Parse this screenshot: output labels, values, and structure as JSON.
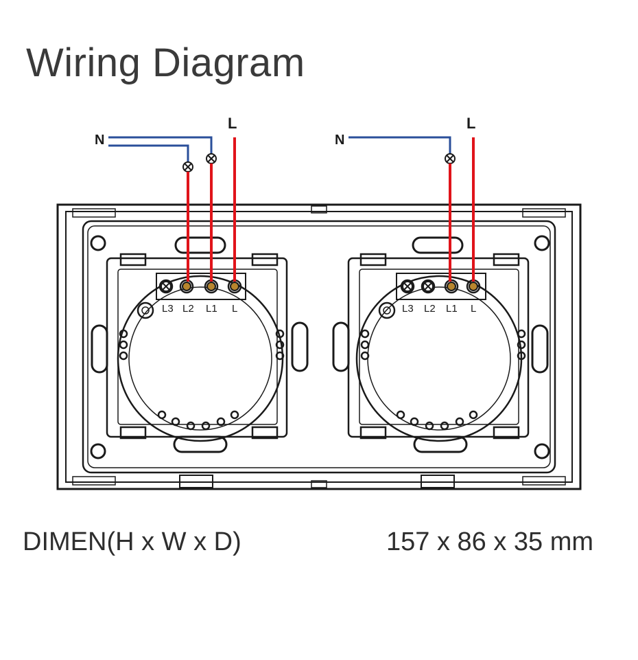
{
  "title": "Wiring Diagram",
  "dimensions": {
    "label": "DIMEN(H x W x D)",
    "value": "157 x 86 x 35 mm"
  },
  "switches": [
    {
      "wire_labels": {
        "neutral": "N",
        "live": "L"
      },
      "terminals": [
        "L3",
        "L2",
        "L1",
        "L"
      ]
    },
    {
      "wire_labels": {
        "neutral": "N",
        "live": "L"
      },
      "terminals": [
        "L3",
        "L2",
        "L1",
        "L"
      ]
    }
  ],
  "colors": {
    "neutral_wire": "#2a4f9a",
    "live_wire": "#e0141a",
    "outline": "#1a1a1a"
  }
}
